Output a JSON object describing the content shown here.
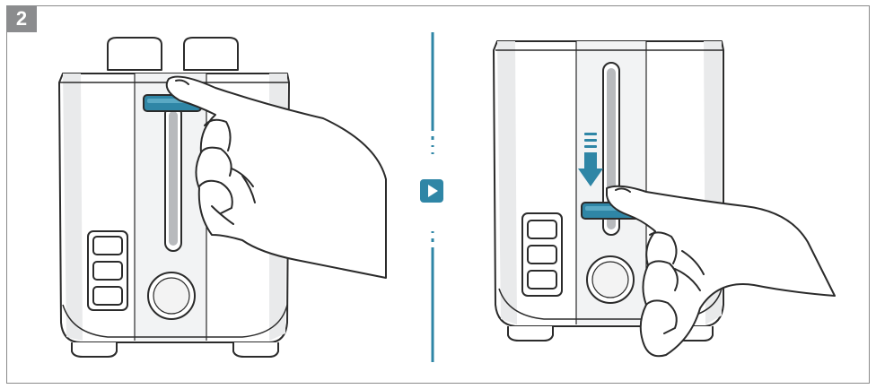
{
  "step": {
    "number": "2"
  },
  "colors": {
    "accent": "#2f86a6",
    "accent_light": "#5aa9c4",
    "badge": "#8b8c8e",
    "outline": "#2b2b2b",
    "body_shade": "#e9eaeb"
  },
  "panels": [
    {
      "name": "before",
      "lever_position": "up"
    },
    {
      "name": "after",
      "lever_position": "down"
    }
  ],
  "icons": {
    "separator": "play-arrow-icon",
    "motion": "down-arrow-icon"
  }
}
